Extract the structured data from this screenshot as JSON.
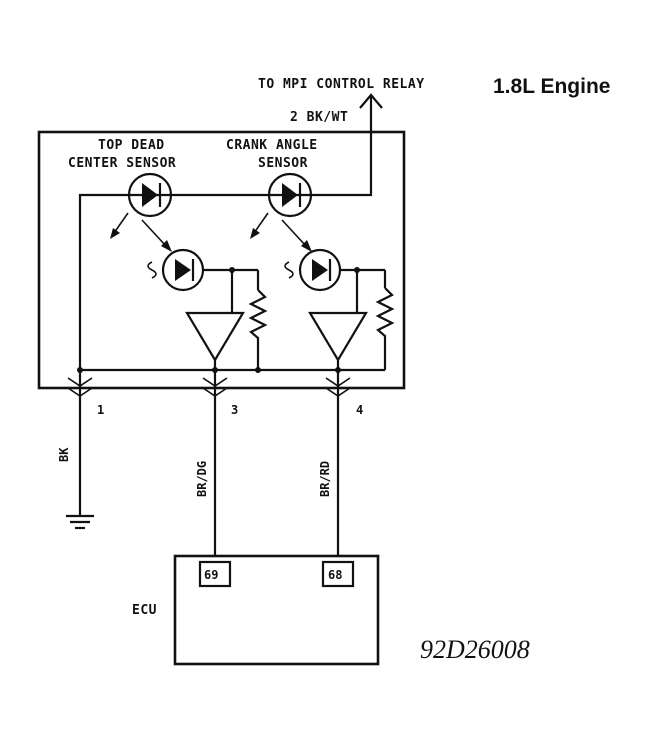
{
  "diagram": {
    "title": "1.8L Engine",
    "relay_label": "TO MPI CONTROL RELAY",
    "relay_wire": "2 BK/WT",
    "tdc_sensor_line1": "TOP DEAD",
    "tdc_sensor_line2": "CENTER SENSOR",
    "crank_sensor_line1": "CRANK ANGLE",
    "crank_sensor_line2": "SENSOR",
    "pins": [
      "1",
      "3",
      "4"
    ],
    "wires": [
      "BK",
      "BR/DG",
      "BR/RD"
    ],
    "ecu_label": "ECU",
    "ecu_pins": [
      "69",
      "68"
    ],
    "figure_code": "92D26008"
  }
}
